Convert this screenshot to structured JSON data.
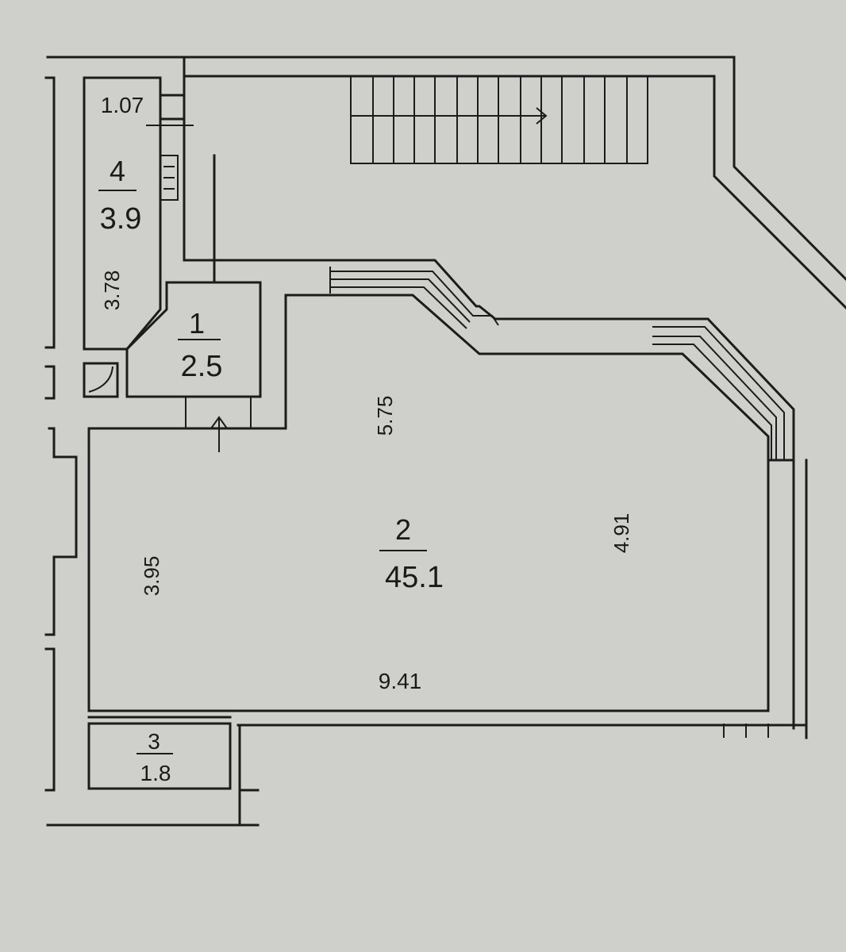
{
  "rooms": [
    {
      "number": "1",
      "area": "2.5"
    },
    {
      "number": "2",
      "area": "45.1"
    },
    {
      "number": "3",
      "area": "1.8"
    },
    {
      "number": "4",
      "area": "3.9"
    }
  ],
  "dimensions": {
    "room4_width": "1.07",
    "room4_length": "3.78",
    "room2_top": "5.75",
    "room2_left": "3.95",
    "room2_right": "4.91",
    "room2_bottom": "9.41"
  }
}
